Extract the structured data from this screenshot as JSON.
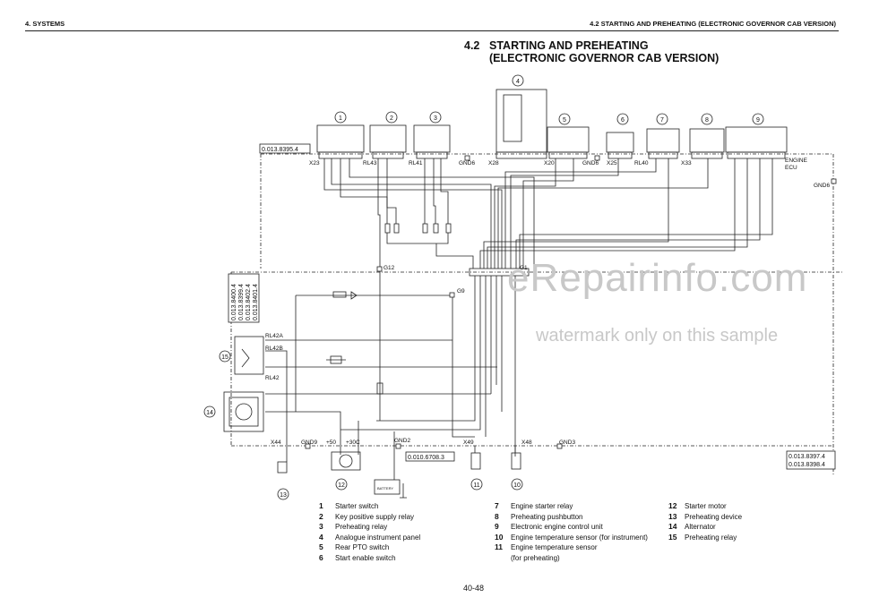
{
  "header": {
    "left": "4. SYSTEMS",
    "right": "4.2 STARTING AND PREHEATING (ELECTRONIC GOVERNOR CAB VERSION)"
  },
  "title": {
    "number": "4.2",
    "line1": "STARTING AND PREHEATING",
    "line2": "(ELECTRONIC GOVERNOR CAB VERSION)"
  },
  "callouts": [
    "1",
    "2",
    "3",
    "4",
    "5",
    "6",
    "7",
    "8",
    "9",
    "10",
    "11",
    "12",
    "13",
    "14",
    "15"
  ],
  "connectors": {
    "x23": "X23",
    "rl43": "RL43",
    "rl41": "RL41",
    "gnd6a": "GND6",
    "x28": "X28",
    "x20": "X20",
    "gnd6b": "GND6",
    "x25": "X25",
    "rl40": "RL40",
    "x33": "X33",
    "engine": "ENGINE",
    "ecu": "ECU",
    "gnd6c": "GND6",
    "g12": "G12",
    "g1": "G1",
    "g9": "G9",
    "rl42a": "RL42A",
    "rl42b": "RL42B",
    "rl42": "RL42",
    "x44": "X44",
    "gnd9": "GND9",
    "plus50": "+50",
    "plus30c": "+30C",
    "gnd2": "GND2",
    "x49": "X49",
    "x48": "X48",
    "gnd3": "GND3",
    "battery": "BATTERY"
  },
  "refs": {
    "top": "0.013.8395.4",
    "left": [
      "0.013.8400.4",
      "0.013.8399.4",
      "0.013.8402.4",
      "0.013.8401.4"
    ],
    "bottom": "0.010.6708.3",
    "right1": "0.013.8397.4",
    "right2": "0.013.8398.4"
  },
  "legend": {
    "col1": [
      {
        "n": "1",
        "text": "Starter switch"
      },
      {
        "n": "2",
        "text": "Key positive supply relay"
      },
      {
        "n": "3",
        "text": "Preheating relay"
      },
      {
        "n": "4",
        "text": "Analogue instrument panel"
      },
      {
        "n": "5",
        "text": "Rear PTO switch"
      },
      {
        "n": "6",
        "text": "Start enable switch"
      }
    ],
    "col2": [
      {
        "n": "7",
        "text": "Engine starter relay"
      },
      {
        "n": "8",
        "text": "Preheating pushbutton"
      },
      {
        "n": "9",
        "text": "Electronic engine control unit"
      },
      {
        "n": "10",
        "text": "Engine temperature sensor  (for instrument)"
      },
      {
        "n": "11",
        "text": "Engine temperature sensor"
      }
    ],
    "col2_cont": "(for preheating)",
    "col3": [
      {
        "n": "12",
        "text": "Starter motor"
      },
      {
        "n": "13",
        "text": "Preheating device"
      },
      {
        "n": "14",
        "text": "Alternator"
      },
      {
        "n": "15",
        "text": "Preheating relay"
      }
    ]
  },
  "page_number": "40-48",
  "watermark": {
    "line1": "eRepairinfo.com",
    "line2": "watermark only on this sample"
  }
}
